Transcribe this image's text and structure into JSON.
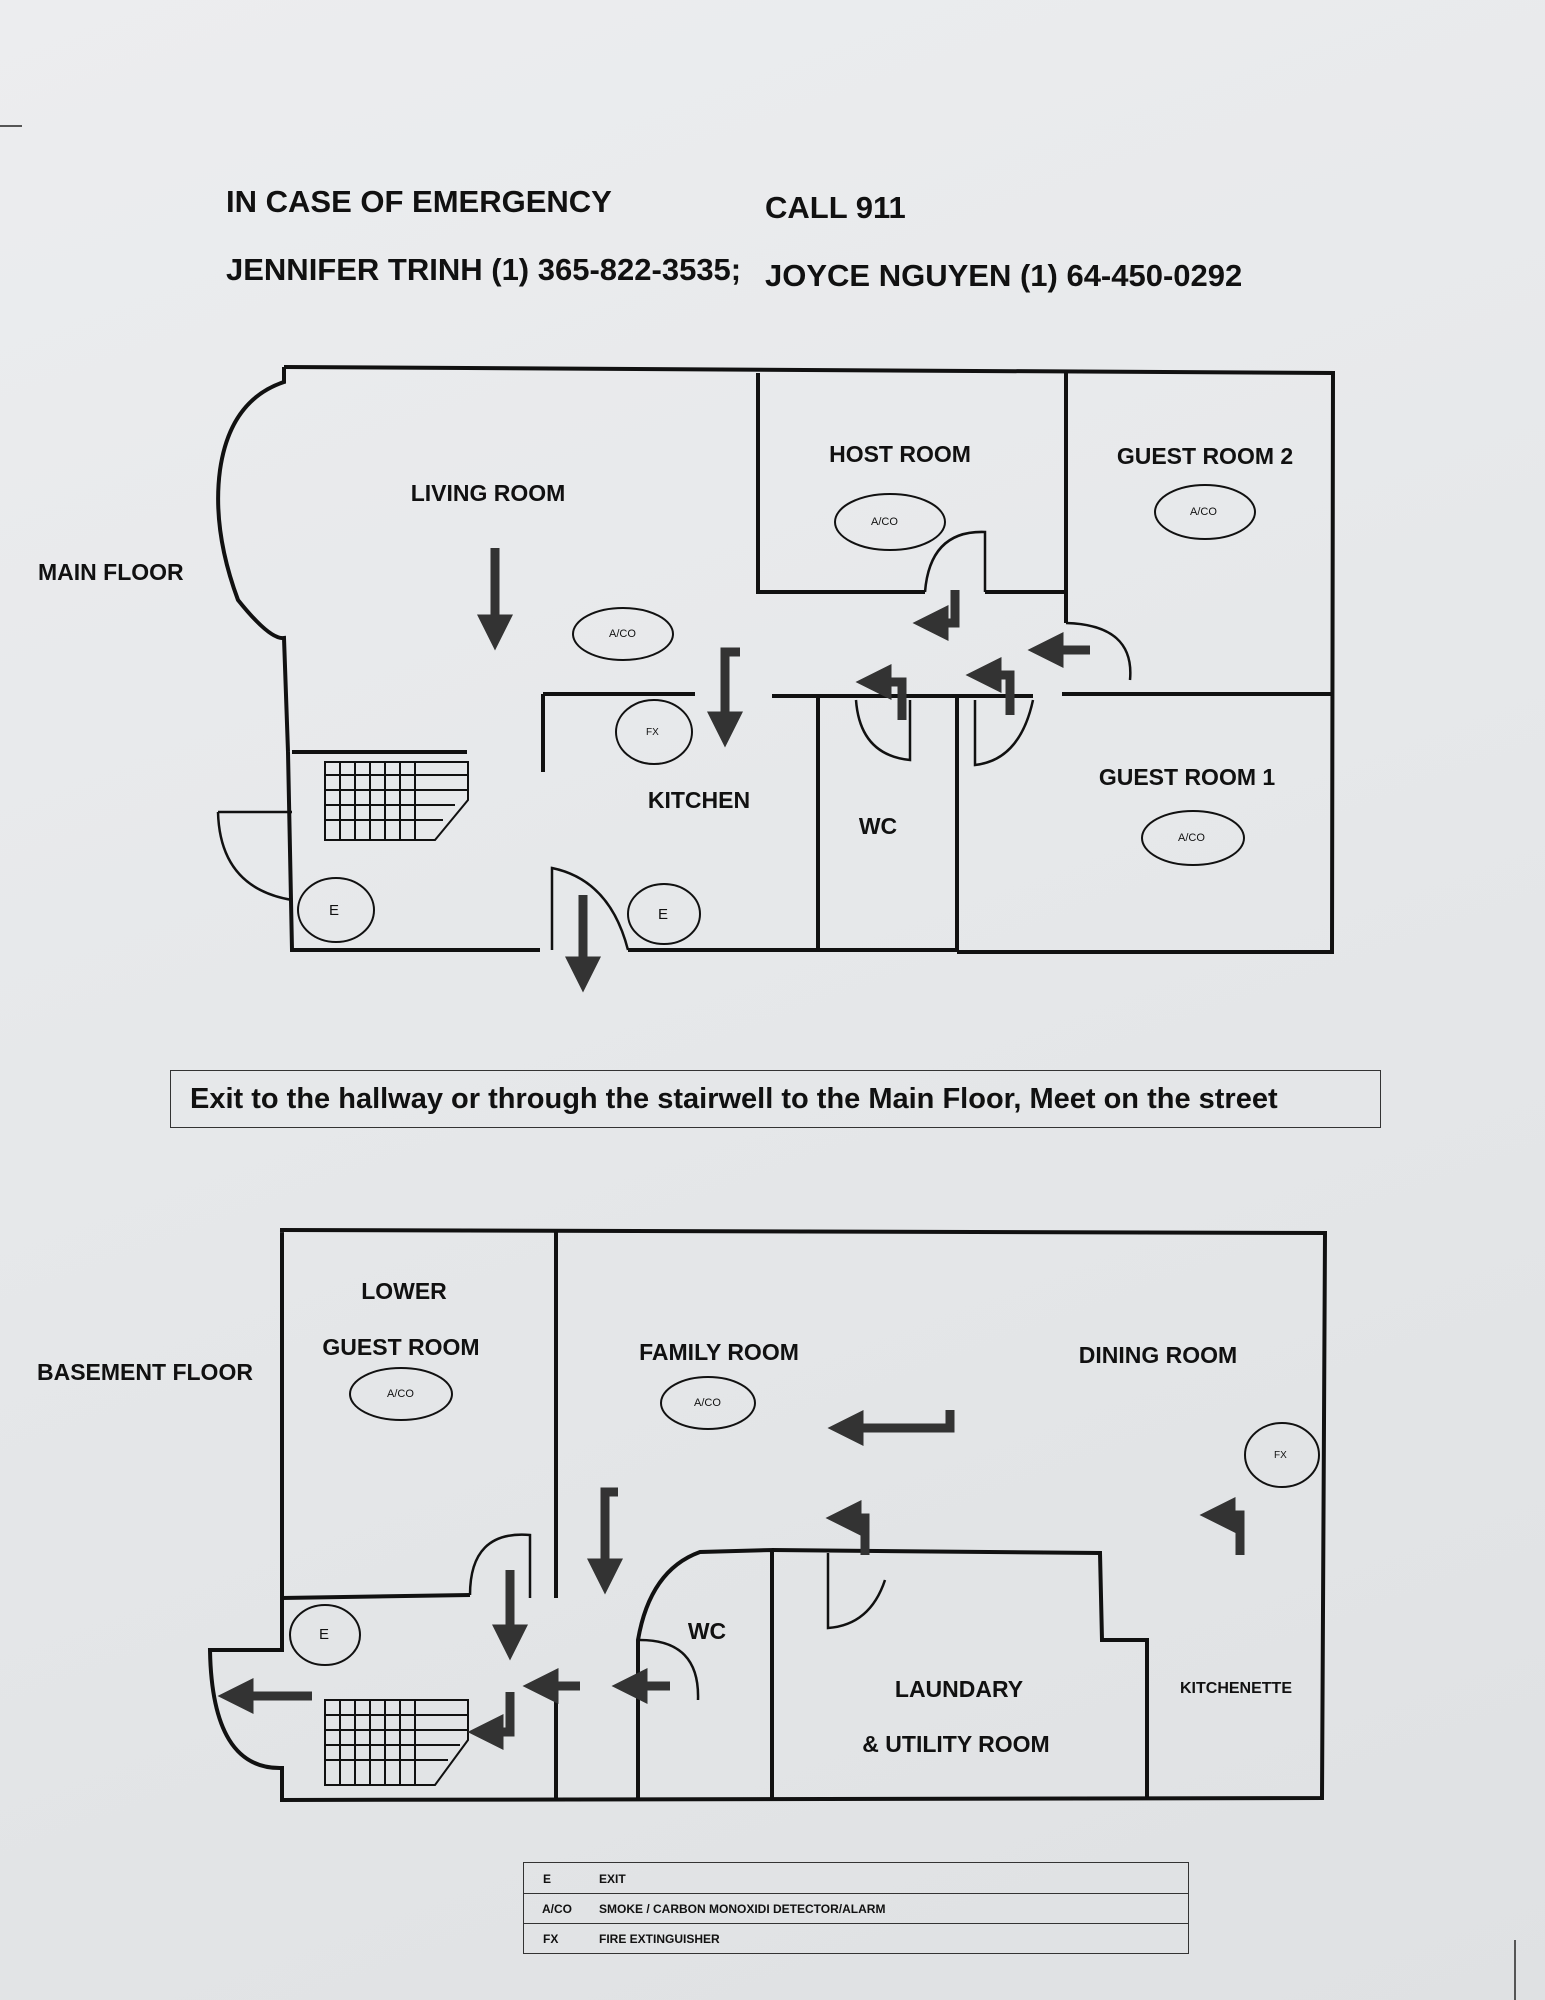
{
  "header": {
    "emergency_label": "IN CASE OF EMERGENCY",
    "call_label": "CALL 911",
    "contact_1": "JENNIFER TRINH (1) 365-822-3535;",
    "contact_2": "JOYCE NGUYEN (1) 64-450-0292"
  },
  "main_floor": {
    "label": "MAIN FLOOR",
    "rooms": {
      "living_room": "LIVING ROOM",
      "host_room": "HOST ROOM",
      "guest_room_2": "GUEST ROOM 2",
      "guest_room_1": "GUEST ROOM 1",
      "kitchen": "KITCHEN",
      "wc": "WC"
    }
  },
  "instruction": "Exit to the hallway or through the stairwell to the Main Floor, Meet on the street",
  "basement_floor": {
    "label": "BASEMENT FLOOR",
    "rooms": {
      "lower": "LOWER",
      "guest_room": "GUEST ROOM",
      "family_room": "FAMILY ROOM",
      "dining_room": "DINING ROOM",
      "wc": "WC",
      "laundry": "LAUNDARY",
      "utility": "& UTILITY ROOM",
      "kitchenette": "KITCHENETTE"
    }
  },
  "markers": {
    "exit": "E",
    "detector": "A/CO",
    "extinguisher": "FX"
  },
  "legend": [
    {
      "symbol": "E",
      "description": "EXIT"
    },
    {
      "symbol": "A/CO",
      "description": "SMOKE / CARBON MONOXIDI DETECTOR/ALARM"
    },
    {
      "symbol": "FX",
      "description": "FIRE EXTINGUISHER"
    }
  ]
}
